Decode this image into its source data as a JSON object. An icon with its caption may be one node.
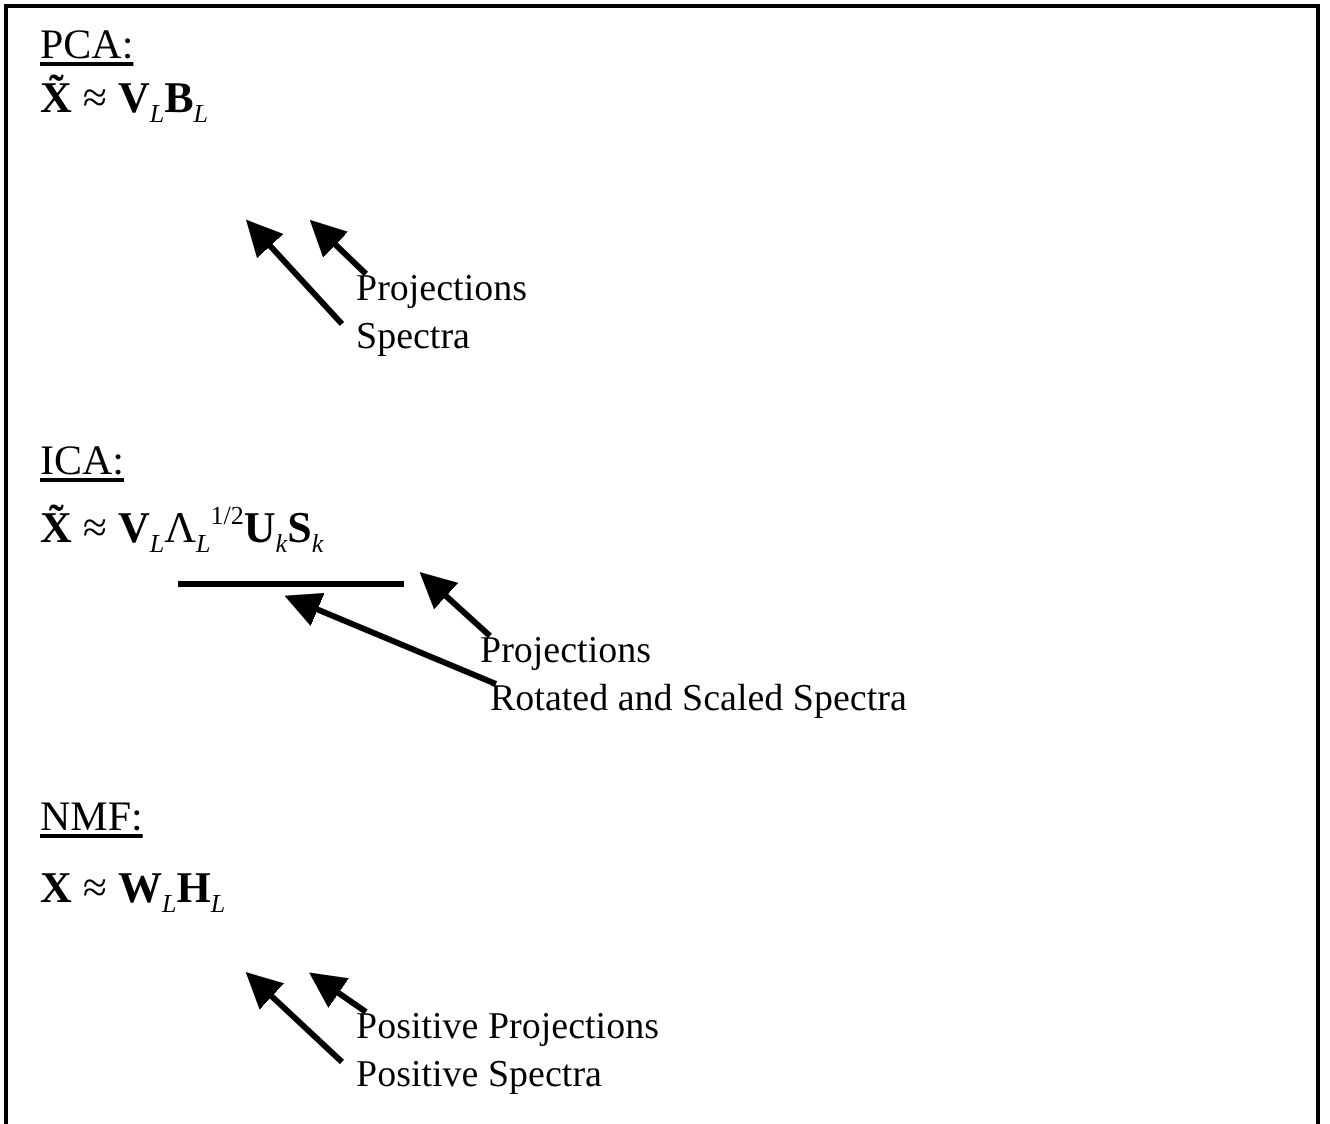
{
  "diagram": {
    "nodes": [
      {
        "text": [
          "Projections"
        ]
      },
      {
        "text": [
          "Spectra"
        ]
      },
      {
        "text": [
          "Projections"
        ]
      },
      {
        "text": [
          "Rotated and Scaled Spectra"
        ]
      },
      {
        "text": [
          "Positive Projections"
        ]
      },
      {
        "text": [
          "Positive Spectra"
        ]
      }
    ],
    "edges": [
      {
        "from": 0,
        "to": null,
        "arrow": "to"
      },
      {
        "from": 1,
        "to": null,
        "arrow": "to"
      },
      {
        "from": 2,
        "to": null,
        "arrow": "to"
      },
      {
        "from": 3,
        "to": null,
        "arrow": "to"
      },
      {
        "from": 4,
        "to": null,
        "arrow": "to"
      },
      {
        "from": 5,
        "to": null,
        "arrow": "to"
      }
    ],
    "labels": [
      "PCA:",
      "**X̃** ≈ **V**$_{L}$**B**$_{L}$",
      "ICA:",
      "**X̃** ≈ **V**$_{L}$Λ$_{L}$$^{1/2}$**U**$_{k}$**S**$_{k}$",
      "NMF:",
      "**X** ≈ **W**$_{L}$**H**$_{L}$"
    ]
  }
}
